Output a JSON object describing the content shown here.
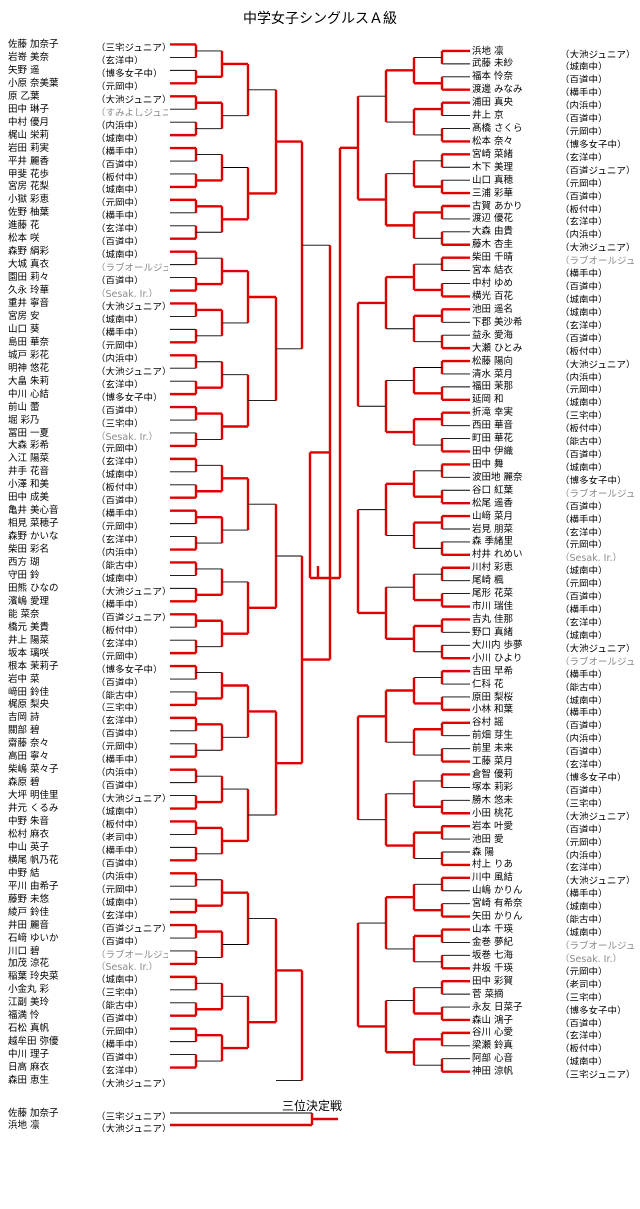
{
  "title": "中学女子シングルスＡ級",
  "third_place_label": "三位決定戦",
  "left_players": [
    {
      "name": "佐藤 加奈子",
      "team": "（三宅ジュニア）"
    },
    {
      "name": "岩嵜 美奈",
      "team": "（玄洋中）"
    },
    {
      "name": "矢野 遥",
      "team": "（博多女子中）"
    },
    {
      "name": "小原 奈美葉",
      "team": "（元岡中）"
    },
    {
      "name": "原 乙葉",
      "team": "（大池ジュニア）"
    },
    {
      "name": "田中 琳子",
      "team": "（すみよしジュニア）",
      "grey": true
    },
    {
      "name": "中村 優月",
      "team": "（内浜中）"
    },
    {
      "name": "梶山 栄莉",
      "team": "（城南中）"
    },
    {
      "name": "岩田 莉実",
      "team": "（横手中）"
    },
    {
      "name": "平井 麗香",
      "team": "（百道中）"
    },
    {
      "name": "甲斐 花歩",
      "team": "（板付中）"
    },
    {
      "name": "宮房 花梨",
      "team": "（城南中）"
    },
    {
      "name": "小獄 彩恵",
      "team": "（元岡中）"
    },
    {
      "name": "佐野 柚葉",
      "team": "（横手中）"
    },
    {
      "name": "進藤 花",
      "team": "（玄洋中）"
    },
    {
      "name": "松本 咲",
      "team": "（百道中）"
    },
    {
      "name": "森野 絹彩",
      "team": "（城南中）"
    },
    {
      "name": "大城 真衣",
      "team": "（ラブオールジュニア）",
      "grey": true
    },
    {
      "name": "園田 莉々",
      "team": "（百道中）"
    },
    {
      "name": "久永 玲華",
      "team": "（Sesak. Jr.）",
      "grey": true
    },
    {
      "name": "重井 寧音",
      "team": "（大池ジュニア）"
    },
    {
      "name": "宮房 安",
      "team": "（城南中）"
    },
    {
      "name": "山口 葵",
      "team": "（横手中）"
    },
    {
      "name": "島田 華奈",
      "team": "（元岡中）"
    },
    {
      "name": "城戸 彩花",
      "team": "（内浜中）"
    },
    {
      "name": "明神 悠花",
      "team": "（大池ジュニア）"
    },
    {
      "name": "大畠 朱莉",
      "team": "（玄洋中）"
    },
    {
      "name": "中川 心結",
      "team": "（博多女子中）"
    },
    {
      "name": "前山 蕾",
      "team": "（百道中）"
    },
    {
      "name": "堀 彩乃",
      "team": "（三宅中）"
    },
    {
      "name": "冨田 一夏",
      "team": "（Sesak. Jr.）",
      "grey": true
    },
    {
      "name": "大森 彩希",
      "team": "（元岡中）"
    },
    {
      "name": "入江 陽菜",
      "team": "（玄洋中）"
    },
    {
      "name": "井手 花音",
      "team": "（城南中）"
    },
    {
      "name": "小澤 和美",
      "team": "（板付中）"
    },
    {
      "name": "田中 成美",
      "team": "（百道中）"
    },
    {
      "name": "亀井 美心音",
      "team": "（横手中）"
    },
    {
      "name": "相見 菜穂子",
      "team": "（元岡中）"
    },
    {
      "name": "森野 かいな",
      "team": "（玄洋中）"
    },
    {
      "name": "柴田 彩名",
      "team": "（内浜中）"
    },
    {
      "name": "西方 瑚",
      "team": "（能古中）"
    },
    {
      "name": "守田 鈴",
      "team": "（城南中）"
    },
    {
      "name": "田熊 ひなの",
      "team": "（大池ジュニア）"
    },
    {
      "name": "濱嶋 愛理",
      "team": "（横手中）"
    },
    {
      "name": "能 菜奈",
      "team": "（百道ジュニア）"
    },
    {
      "name": "橋元 美貴",
      "team": "（板付中）"
    },
    {
      "name": "井上 陽菜",
      "team": "（玄洋中）"
    },
    {
      "name": "坂本 璃咲",
      "team": "（元岡中）"
    },
    {
      "name": "根本 茉莉子",
      "team": "（博多女子中）"
    },
    {
      "name": "岩中 菜",
      "team": "（百道中）"
    },
    {
      "name": "﨑田 鈴佳",
      "team": "（能古中）"
    },
    {
      "name": "梶原 梨央",
      "team": "（三宅中）"
    },
    {
      "name": "吉岡 詩",
      "team": "（玄洋中）"
    },
    {
      "name": "關部 碧",
      "team": "（百道中）"
    },
    {
      "name": "齋藤 奈々",
      "team": "（元岡中）"
    },
    {
      "name": "高田 寧々",
      "team": "（横手中）"
    },
    {
      "name": "柴嶋 菜々子",
      "team": "（内浜中）"
    },
    {
      "name": "森原 碧",
      "team": "（百道中）"
    },
    {
      "name": "大坪 明佳里",
      "team": "（大池ジュニア）"
    },
    {
      "name": "井元 くるみ",
      "team": "（城南中）"
    },
    {
      "name": "中野 朱音",
      "team": "（板付中）"
    },
    {
      "name": "松村 麻衣",
      "team": "（老司中）"
    },
    {
      "name": "中山 英子",
      "team": "（横手中）"
    },
    {
      "name": "横尾 帆乃花",
      "team": "（百道中）"
    },
    {
      "name": "中野 結",
      "team": "（内浜中）"
    },
    {
      "name": "平川 由希子",
      "team": "（元岡中）"
    },
    {
      "name": "藤野 未悠",
      "team": "（城南中）"
    },
    {
      "name": "綾戸 鈴佳",
      "team": "（玄洋中）"
    },
    {
      "name": "井田 麗音",
      "team": "（百道ジュニア）"
    },
    {
      "name": "石﨑 ゆいか",
      "team": "（百道中）"
    },
    {
      "name": "川口 碧",
      "team": "（ラブオールジュニア）",
      "grey": true
    },
    {
      "name": "加茂 涼花",
      "team": "（Sesak. Jr.）",
      "grey": true
    },
    {
      "name": "稲葉 玲央菜",
      "team": "（城南中）"
    },
    {
      "name": "小金丸 彩",
      "team": "（三宅中）"
    },
    {
      "name": "江副 美玲",
      "team": "（能古中）"
    },
    {
      "name": "福満 怜",
      "team": "（百道中）"
    },
    {
      "name": "石松 真帆",
      "team": "（元岡中）"
    },
    {
      "name": "越牟田 弥優",
      "team": "（横手中）"
    },
    {
      "name": "中川 理子",
      "team": "（百道中）"
    },
    {
      "name": "日高 麻衣",
      "team": "（玄洋中）"
    },
    {
      "name": "森田 恵生",
      "team": "（大池ジュニア）"
    }
  ],
  "right_players": [
    {
      "name": "浜地 凛",
      "team": "（大池ジュニア）"
    },
    {
      "name": "武藤 未紗",
      "team": "（城南中）"
    },
    {
      "name": "福本 怜奈",
      "team": "（百道中）"
    },
    {
      "name": "渡邊 みなみ",
      "team": "（横手中）"
    },
    {
      "name": "浦田 真央",
      "team": "（内浜中）"
    },
    {
      "name": "井上 京",
      "team": "（百道中）"
    },
    {
      "name": "髙橋 さくら",
      "team": "（元岡中）"
    },
    {
      "name": "松本 奈々",
      "team": "（博多女子中）"
    },
    {
      "name": "宮崎 菜緒",
      "team": "（玄洋中）"
    },
    {
      "name": "木下 美理",
      "team": "（百道ジュニア）"
    },
    {
      "name": "山口 真穂",
      "team": "（元岡中）"
    },
    {
      "name": "三浦 彩華",
      "team": "（百道中）"
    },
    {
      "name": "古賀 あかり",
      "team": "（板付中）"
    },
    {
      "name": "渡辺 優花",
      "team": "（玄洋中）"
    },
    {
      "name": "大森 由貴",
      "team": "（内浜中）"
    },
    {
      "name": "藤木 杏圭",
      "team": "（大池ジュニア）"
    },
    {
      "name": "柴田 千晴",
      "team": "（ラブオールジュニア）",
      "grey": true
    },
    {
      "name": "宮本 結衣",
      "team": "（横手中）"
    },
    {
      "name": "中村 ゆめ",
      "team": "（百道中）"
    },
    {
      "name": "横光 百花",
      "team": "（城南中）"
    },
    {
      "name": "池田 遥名",
      "team": "（城南中）"
    },
    {
      "name": "下郡 美沙希",
      "team": "（玄洋中）"
    },
    {
      "name": "益永 愛海",
      "team": "（百道中）"
    },
    {
      "name": "大瀬 ひとみ",
      "team": "（板付中）"
    },
    {
      "name": "松藤 陽向",
      "team": "（大池ジュニア）"
    },
    {
      "name": "清水 菜月",
      "team": "（内浜中）"
    },
    {
      "name": "福田 茉那",
      "team": "（元岡中）"
    },
    {
      "name": "延岡 和",
      "team": "（城南中）"
    },
    {
      "name": "折滝 幸実",
      "team": "（三宅中）"
    },
    {
      "name": "西田 華音",
      "team": "（板付中）"
    },
    {
      "name": "町田 華花",
      "team": "（能古中）"
    },
    {
      "name": "田中 伊織",
      "team": "（百道中）"
    },
    {
      "name": "田中 舞",
      "team": "（城南中）"
    },
    {
      "name": "波田地 麗奈",
      "team": "（博多女子中）"
    },
    {
      "name": "谷口 紅葉",
      "team": "（ラブオールジュニア）",
      "grey": true
    },
    {
      "name": "松尾 遥香",
      "team": "（百道中）"
    },
    {
      "name": "山﨑 菜月",
      "team": "（横手中）"
    },
    {
      "name": "岩見 朋菜",
      "team": "（玄洋中）"
    },
    {
      "name": "森 季緒里",
      "team": "（元岡中）"
    },
    {
      "name": "村井 れめい",
      "team": "（Sesak. Jr.）",
      "grey": true
    },
    {
      "name": "川村 彩恵",
      "team": "（城南中）"
    },
    {
      "name": "尾崎 楓",
      "team": "（元岡中）"
    },
    {
      "name": "尾形 花菜",
      "team": "（百道中）"
    },
    {
      "name": "市川 瑞佳",
      "team": "（横手中）"
    },
    {
      "name": "吉丸 佳那",
      "team": "（玄洋中）"
    },
    {
      "name": "野口 真緒",
      "team": "（城南中）"
    },
    {
      "name": "大川内 歩夢",
      "team": "（大池ジュニア）"
    },
    {
      "name": "小川 ひより",
      "team": "（ラブオールジュニア）",
      "grey": true
    },
    {
      "name": "吉田 早希",
      "team": "（横手中）"
    },
    {
      "name": "仁科 花",
      "team": "（能古中）"
    },
    {
      "name": "原田 梨桜",
      "team": "（城南中）"
    },
    {
      "name": "小林 和葉",
      "team": "（横手中）"
    },
    {
      "name": "谷村 謡",
      "team": "（百道中）"
    },
    {
      "name": "前畑 芽生",
      "team": "（内浜中）"
    },
    {
      "name": "前里 未来",
      "team": "（百道中）"
    },
    {
      "name": "工藤 菜月",
      "team": "（玄洋中）"
    },
    {
      "name": "倉智 優莉",
      "team": "（博多女子中）"
    },
    {
      "name": "塚本 莉彩",
      "team": "（百道中）"
    },
    {
      "name": "勝木 悠未",
      "team": "（三宅中）"
    },
    {
      "name": "小田 桃花",
      "team": "（大池ジュニア）"
    },
    {
      "name": "岩本 叶愛",
      "team": "（百道中）"
    },
    {
      "name": "池田 愛",
      "team": "（元岡中）"
    },
    {
      "name": "森 陽",
      "team": "（内浜中）"
    },
    {
      "name": "村上 りあ",
      "team": "（玄洋中）"
    },
    {
      "name": "川中 風結",
      "team": "（大池ジュニア）"
    },
    {
      "name": "山嶋 かりん",
      "team": "（横手中）"
    },
    {
      "name": "宮崎 有希奈",
      "team": "（城南中）"
    },
    {
      "name": "矢田 かりん",
      "team": "（能古中）"
    },
    {
      "name": "山本 千瑛",
      "team": "（城南中）"
    },
    {
      "name": "金巻 夢紀",
      "team": "（ラブオールジュニア）",
      "grey": true
    },
    {
      "name": "坂巻 七海",
      "team": "（Sesak. Jr.）",
      "grey": true
    },
    {
      "name": "井坂 千瑛",
      "team": "（元岡中）"
    },
    {
      "name": "田中 彩賀",
      "team": "（老司中）"
    },
    {
      "name": "菅 菜摘",
      "team": "（三宅中）"
    },
    {
      "name": "永友 日菜子",
      "team": "（博多女子中）"
    },
    {
      "name": "森山 鴻子",
      "team": "（百道中）"
    },
    {
      "name": "谷川 心愛",
      "team": "（玄洋中）"
    },
    {
      "name": "梁瀬 鈴真",
      "team": "（板付中）"
    },
    {
      "name": "阿部 心音",
      "team": "（城南中）"
    },
    {
      "name": "神田 涼帆",
      "team": "（三宅ジュニア）"
    }
  ],
  "third_place_players": [
    {
      "name": "佐藤 加奈子",
      "team": "（三宅ジュニア）"
    },
    {
      "name": "浜地 凛",
      "team": "（大池ジュニア）"
    }
  ]
}
